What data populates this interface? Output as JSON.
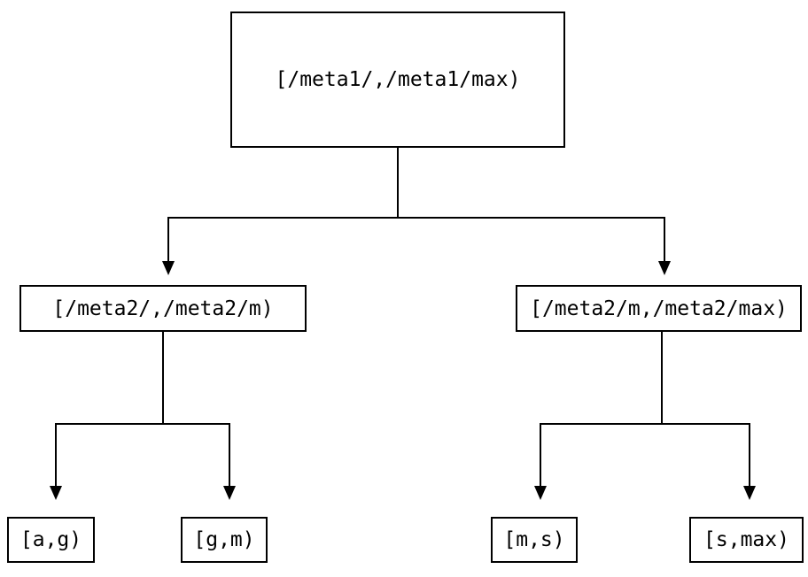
{
  "diagram": {
    "type": "tree",
    "nodes": {
      "root": {
        "label": "[/meta1/,/meta1/max)"
      },
      "meta2_left": {
        "label": "[/meta2/,/meta2/m)"
      },
      "meta2_right": {
        "label": "[/meta2/m,/meta2/max)"
      },
      "leaf_ag": {
        "label": "[a,g)"
      },
      "leaf_gm": {
        "label": "[g,m)"
      },
      "leaf_ms": {
        "label": "[m,s)"
      },
      "leaf_smax": {
        "label": "[s,max)"
      }
    },
    "edges": [
      {
        "from": "root",
        "to": "meta2_left",
        "arrow": "down"
      },
      {
        "from": "root",
        "to": "meta2_right",
        "arrow": "down"
      },
      {
        "from": "meta2_left",
        "to": "leaf_ag",
        "arrow": "down"
      },
      {
        "from": "meta2_left",
        "to": "leaf_gm",
        "arrow": "down"
      },
      {
        "from": "meta2_right",
        "to": "leaf_ms",
        "arrow": "down"
      },
      {
        "from": "meta2_right",
        "to": "leaf_smax",
        "arrow": "down"
      }
    ],
    "colors": {
      "line": "#000000",
      "background": "#ffffff",
      "box_border": "#000000",
      "text": "#000000"
    }
  }
}
